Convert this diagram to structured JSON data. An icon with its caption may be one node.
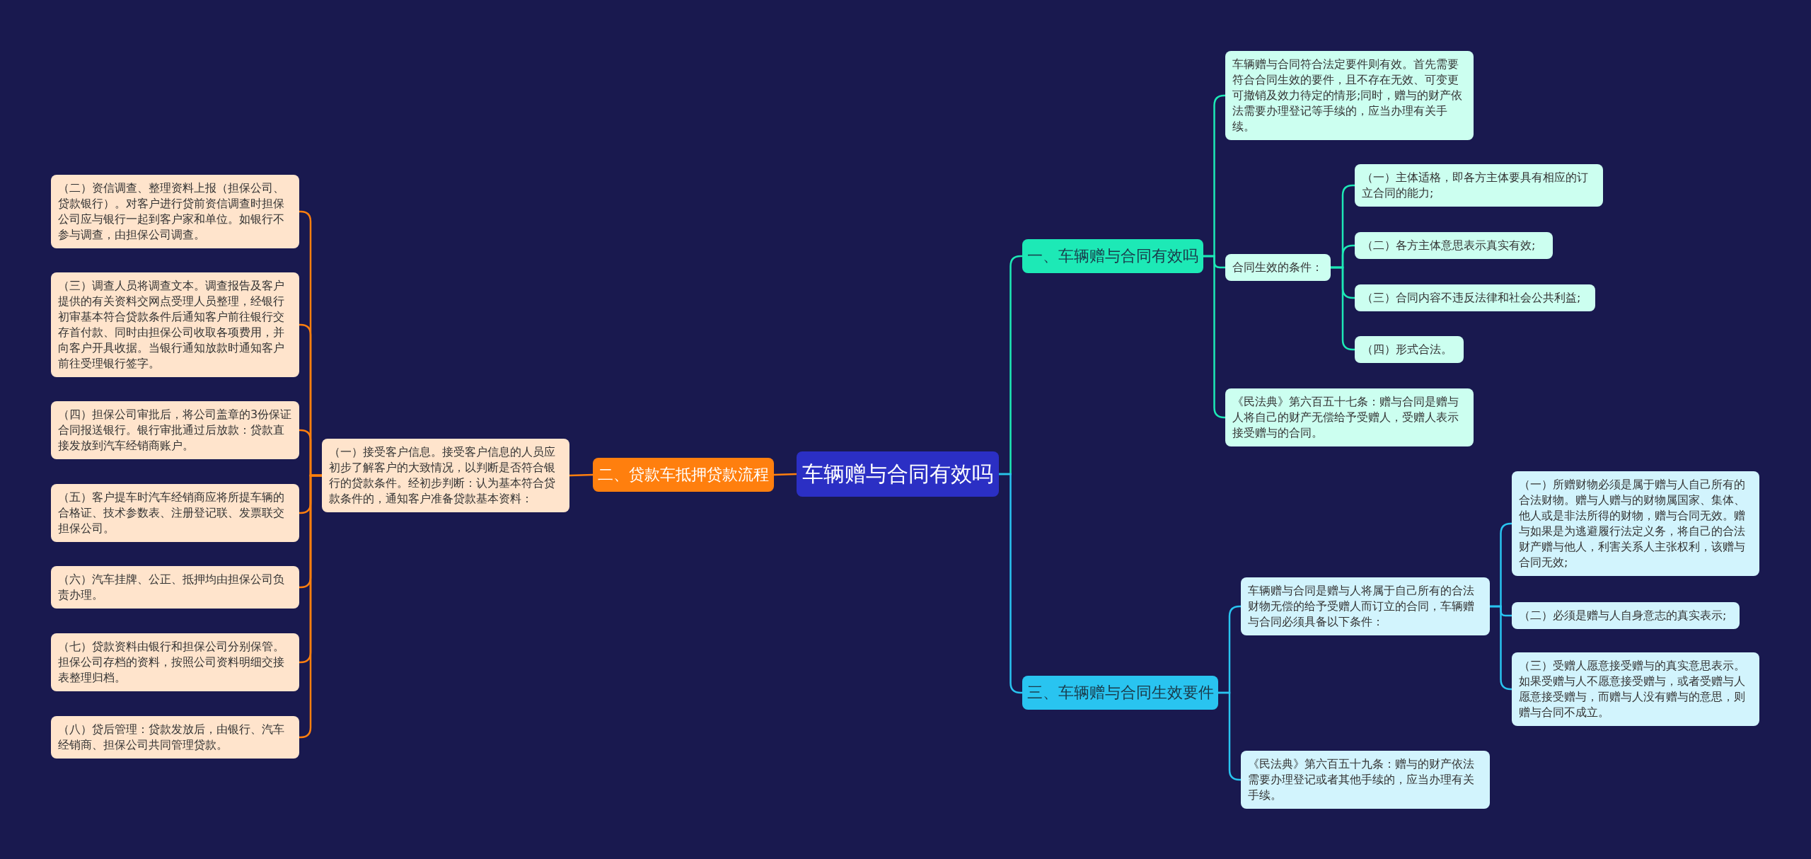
{
  "diagram": {
    "nodes": [
      {
        "text": [
          "车辆赠与合同有效吗"
        ]
      },
      {
        "text": [
          "一、车辆赠与合同有效吗"
        ]
      },
      {
        "text": [
          "二、贷款车抵押贷款流程"
        ]
      },
      {
        "text": [
          "三、车辆赠与合同生效要件"
        ]
      },
      {
        "text": [
          "车辆赠与合同符合法定要件则有效。首先需要符合合同生效的要件，且不存在无效、可变更可撤销及效力待定的情形;同时，赠与的财产依法需要办理登记等手续的，应当办理有关手续。"
        ]
      },
      {
        "text": [
          "合同生效的条件："
        ]
      },
      {
        "text": [
          "（一）主体适格，即各方主体要具有相应的订立合同的能力;"
        ]
      },
      {
        "text": [
          "（二）各方主体意思表示真实有效;"
        ]
      },
      {
        "text": [
          "（三）合同内容不违反法律和社会公共利益;"
        ]
      },
      {
        "text": [
          "（四）形式合法。"
        ]
      },
      {
        "text": [
          "《民法典》第六百五十七条：赠与合同是赠与人将自己的财产无偿给予受赠人，受赠人表示接受赠与的合同。"
        ]
      },
      {
        "text": [
          "车辆赠与合同是赠与人将属于自己所有的合法财物无偿的给予受赠人而订立的合同，车辆赠与合同必须具备以下条件："
        ]
      },
      {
        "text": [
          "（一）所赠财物必须是属于赠与人自己所有的合法财物。赠与人赠与的财物属国家、集体、他人或是非法所得的财物，赠与合同无效。赠与如果是为逃避履行法定义务，将自己的合法财产赠与他人，利害关系人主张权利，该赠与合同无效;"
        ]
      },
      {
        "text": [
          "（二）必须是赠与人自身意志的真实表示;"
        ]
      },
      {
        "text": [
          "（三）受赠人愿意接受赠与的真实意思表示。如果受赠与人不愿意接受赠与，或者受赠与人愿意接受赠与，而赠与人没有赠与的意思，则赠与合同不成立。"
        ]
      },
      {
        "text": [
          "《民法典》第六百五十九条：赠与的财产依法需要办理登记或者其他手续的，应当办理有关手续。"
        ]
      },
      {
        "text": [
          "（一）接受客户信息。接受客户信息的人员应初步了解客户的大致情况，以判断是否符合银行的贷款条件。经初步判断：认为基本符合贷款条件的，通知客户准备贷款基本资料："
        ]
      },
      {
        "text": [
          "（二）资信调查、整理资料上报（担保公司、贷款银行）。对客户进行贷前资信调查时担保公司应与银行一起到客户家和单位。如银行不参与调查，由担保公司调查。"
        ]
      },
      {
        "text": [
          "（三）调查人员将调查文本。调查报告及客户提供的有关资料交网点受理人员整理，经银行初审基本符合贷款条件后通知客户前往银行交存首付款、同时由担保公司收取各项费用，并向客户开具收据。当银行通知放款时通知客户前往受理银行签字。"
        ]
      },
      {
        "text": [
          "（四）担保公司审批后，将公司盖章的3份保证合同报送银行。银行审批通过后放款：贷款直接发放到汽车经销商账户。"
        ]
      },
      {
        "text": [
          "（五）客户提车时汽车经销商应将所提车辆的合格证、技术参数表、注册登记联、发票联交担保公司。"
        ]
      },
      {
        "text": [
          "（六）汽车挂牌、公正、抵押均由担保公司负责办理。"
        ]
      },
      {
        "text": [
          "（七）贷款资料由银行和担保公司分别保管。担保公司存档的资料，按照公司资料明细交接表整理归档。"
        ]
      },
      {
        "text": [
          "（八）贷后管理：贷款发放后，由银行、汽车经销商、担保公司共同管理贷款。"
        ]
      }
    ],
    "edges": [
      {
        "from": 0,
        "to": 1,
        "arrow": "none",
        "color": "#1de9b6"
      },
      {
        "from": 0,
        "to": 2,
        "arrow": "none",
        "color": "#ff7f0e"
      },
      {
        "from": 0,
        "to": 3,
        "arrow": "none",
        "color": "#29c4f0"
      },
      {
        "from": 1,
        "to": 4,
        "arrow": "none",
        "color": "#1de9b6"
      },
      {
        "from": 1,
        "to": 5,
        "arrow": "none",
        "color": "#1de9b6"
      },
      {
        "from": 1,
        "to": 10,
        "arrow": "none",
        "color": "#1de9b6"
      },
      {
        "from": 5,
        "to": 6,
        "arrow": "none",
        "color": "#1de9b6"
      },
      {
        "from": 5,
        "to": 7,
        "arrow": "none",
        "color": "#1de9b6"
      },
      {
        "from": 5,
        "to": 8,
        "arrow": "none",
        "color": "#1de9b6"
      },
      {
        "from": 5,
        "to": 9,
        "arrow": "none",
        "color": "#1de9b6"
      },
      {
        "from": 3,
        "to": 11,
        "arrow": "none",
        "color": "#29c4f0"
      },
      {
        "from": 3,
        "to": 15,
        "arrow": "none",
        "color": "#29c4f0"
      },
      {
        "from": 11,
        "to": 12,
        "arrow": "none",
        "color": "#29c4f0"
      },
      {
        "from": 11,
        "to": 13,
        "arrow": "none",
        "color": "#29c4f0"
      },
      {
        "from": 11,
        "to": 14,
        "arrow": "none",
        "color": "#29c4f0"
      },
      {
        "from": 2,
        "to": 16,
        "arrow": "none",
        "color": "#ff7f0e"
      },
      {
        "from": 16,
        "to": 17,
        "arrow": "none",
        "color": "#ff7f0e"
      },
      {
        "from": 16,
        "to": 18,
        "arrow": "none",
        "color": "#ff7f0e"
      },
      {
        "from": 16,
        "to": 19,
        "arrow": "none",
        "color": "#ff7f0e"
      },
      {
        "from": 16,
        "to": 20,
        "arrow": "none",
        "color": "#ff7f0e"
      },
      {
        "from": 16,
        "to": 21,
        "arrow": "none",
        "color": "#ff7f0e"
      },
      {
        "from": 16,
        "to": 22,
        "arrow": "none",
        "color": "#ff7f0e"
      },
      {
        "from": 16,
        "to": 23,
        "arrow": "none",
        "color": "#ff7f0e"
      }
    ]
  }
}
